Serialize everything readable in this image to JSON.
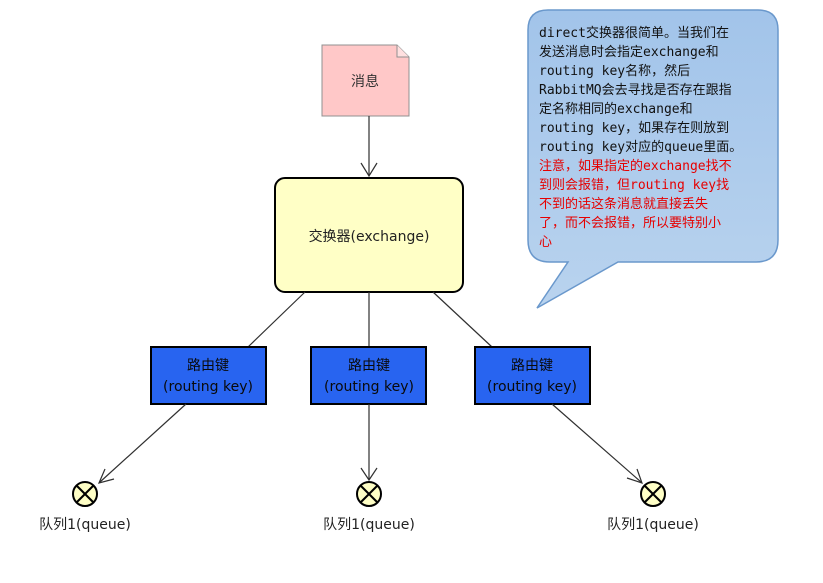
{
  "message": {
    "label": "消息"
  },
  "exchange": {
    "label": "交换器(exchange)"
  },
  "routing_keys": [
    {
      "line1": "路由键",
      "line2": "(routing key)"
    },
    {
      "line1": "路由键",
      "line2": "(routing key)"
    },
    {
      "line1": "路由键",
      "line2": "(routing key)"
    }
  ],
  "queues": [
    {
      "label": "队列1(queue)"
    },
    {
      "label": "队列1(queue)"
    },
    {
      "label": "队列1(queue)"
    }
  ],
  "callout": {
    "lines": [
      "direct交换器很简单。当我们在",
      "发送消息时会指定exchange和",
      "routing key名称，然后",
      "RabbitMQ会去寻找是否存在跟指",
      "定名称相同的exchange和",
      "routing key，如果存在则放到",
      "routing key对应的queue里面。"
    ],
    "warning_lines": [
      "注意，如果指定的exchange找不",
      "到则会报错，但routing key找",
      "不到的话这条消息就直接丢失",
      "了，而不会报错，所以要特别小",
      "心"
    ]
  },
  "colors": {
    "message_fill": "#ffc8c8",
    "exchange_fill": "#ffffc6",
    "routing_key_fill": "#2864f0",
    "callout_fill": "#a7c6e7",
    "callout_stroke": "#5a8cc8",
    "warning_text": "#e60000",
    "queue_fill": "#ffffc6"
  }
}
